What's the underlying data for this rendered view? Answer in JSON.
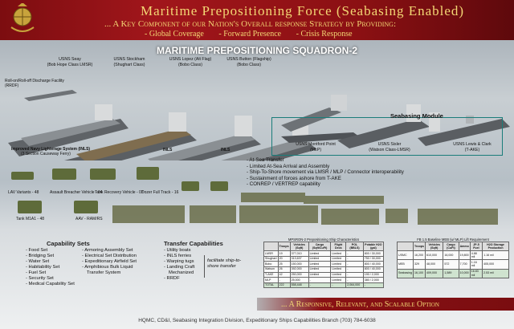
{
  "header": {
    "title": "Maritime Prepositioning Force (Seabasing Enabled)",
    "subtitle": "... A Key Component of our Nation's Overall response Strategy by Providing:",
    "bullets": [
      "- Global Coverage",
      "- Forward Presence",
      "- Crisis Response"
    ]
  },
  "squadron_title": "MARITIME PREPOSITIONING SQUADRON-2",
  "ships": [
    {
      "name": "USNS Seay",
      "class": "(Bob Hope Class LMSR)"
    },
    {
      "name": "USNS Stockham",
      "class": "(Shughart Class)"
    },
    {
      "name": "USNS Lopez (Alt Flag)",
      "class": "(Bobo Class)"
    },
    {
      "name": "USNS Button (Flagship)",
      "class": "(Bobo Class)"
    }
  ],
  "rrdf_label": [
    "Roll-on/Roll-off Discharge Facility",
    "(RRDF)"
  ],
  "inls_label": [
    "Improved Navy Lighterage System (INLS)",
    "(3 Section Causeway Ferry)"
  ],
  "inls_short": "INLS",
  "seabasing": {
    "title": "Seabasing Module",
    "ships": [
      {
        "name": "USNS Montford Point",
        "class": "(MLP)"
      },
      {
        "name": "USNS Sisler",
        "class": "(Watson Class-LMSR)"
      },
      {
        "name": "USNS Lewis & Clark",
        "class": "(T-AKE)"
      }
    ]
  },
  "capabilities": [
    "- At-Sea Transfer",
    "- Limited At-Sea Arrival and Assembly",
    "- Ship-To-Shore movement via LMSR / MLP / Connector interoperability",
    "- Sustainment of forces ashore from T-AKE",
    "- CONREP / VERTREP capability"
  ],
  "vehicles": [
    "LAV Variants - 48",
    "Assault Breacher Vehicle - 04",
    "Tank Recovery Vehicle - 07",
    "Dozer Full Track - 16",
    "Tank M1A1 - 48",
    "AAV - RAM/RS"
  ],
  "capability_sets": {
    "title": "Capability Sets",
    "col1": [
      "- Food Set",
      "- Bridging Set",
      "- Water Set",
      "- Habitability Set",
      "- Fuel Set",
      "- Security Set",
      "- Medical Capability Set"
    ],
    "col2": [
      "- Armoring Assembly Set",
      "- Electrical Set Distribution",
      "- Expeditionary Airfield Set",
      "- Amphibious Bulk Liquid",
      "  Transfer System"
    ]
  },
  "transfer": {
    "title": "Transfer Capabilities",
    "items": [
      "- Utility boats",
      "- INLS ferries",
      "- Warping tugs",
      "- Landing Craft",
      "  Mechanized",
      "- RRDF"
    ],
    "note": "facilitate ship-to-shore transfer"
  },
  "table1": {
    "title": "MPSRON-2 Prepositioning Ship Characteristics",
    "headers": [
      "",
      "Troops",
      "Vehicles (Sqft)",
      "Cargo (Sqft/CuFt)",
      "Flight Deck",
      "POL (BBLS)",
      "Potable H2O (gal)"
    ],
    "rows": [
      [
        "LMSR",
        "19",
        "377,010",
        "Limited",
        "Limited",
        "-",
        "800 / 30,000"
      ],
      [
        "Shughart",
        "20",
        "313,637",
        "Limited",
        "Limited",
        "-",
        "750 / 30,000"
      ],
      [
        "Bobo",
        "25",
        "150,000",
        "Limited",
        "Limited",
        "-",
        "800 / 40,000"
      ],
      [
        "Watson",
        "26",
        "392,000",
        "Limited",
        "Limited",
        "-",
        "800 / 40,000"
      ],
      [
        "T-AKE",
        "42",
        "250,000",
        "Limited",
        "Limited",
        "-",
        "190 / 2,000"
      ],
      [
        "MLP",
        "-",
        "25,000",
        "-",
        "Limited",
        "-",
        "380 / 2,000"
      ],
      [
        "TOTAL",
        "222",
        "558,448",
        "-",
        "-",
        "2,064,000",
        "-"
      ]
    ]
  },
  "table2": {
    "title": "FB 1.5 Baseline MEB (w/ MLP) Lift Requirement",
    "headers": [
      "",
      "Troops",
      "Vehicles (Sqft)",
      "Cargo (CuFt)",
      "Ammo",
      "JP-5 Fuel",
      "H2O Storage Production"
    ],
    "rows": [
      [
        "USMC",
        "16,200",
        "610,000",
        "16,000",
        "19,800",
        "4.88 mil",
        "1.16 mil"
      ],
      [
        "MEB",
        "329",
        "48,000",
        "572",
        "7,700",
        "1.16 mil",
        "405,000"
      ],
      [
        "Seabasing",
        "16,100",
        "409,000",
        "1,589",
        "10,000",
        "16.83 mil",
        "2.53 mil"
      ]
    ]
  },
  "footer_tag": "... A Responsive, Relevant, and Scalable Option",
  "credit": "HQMC, CD&I, Seabasing Integration Division, Expeditionary Ships Capabilities Branch (703) 784-6038"
}
